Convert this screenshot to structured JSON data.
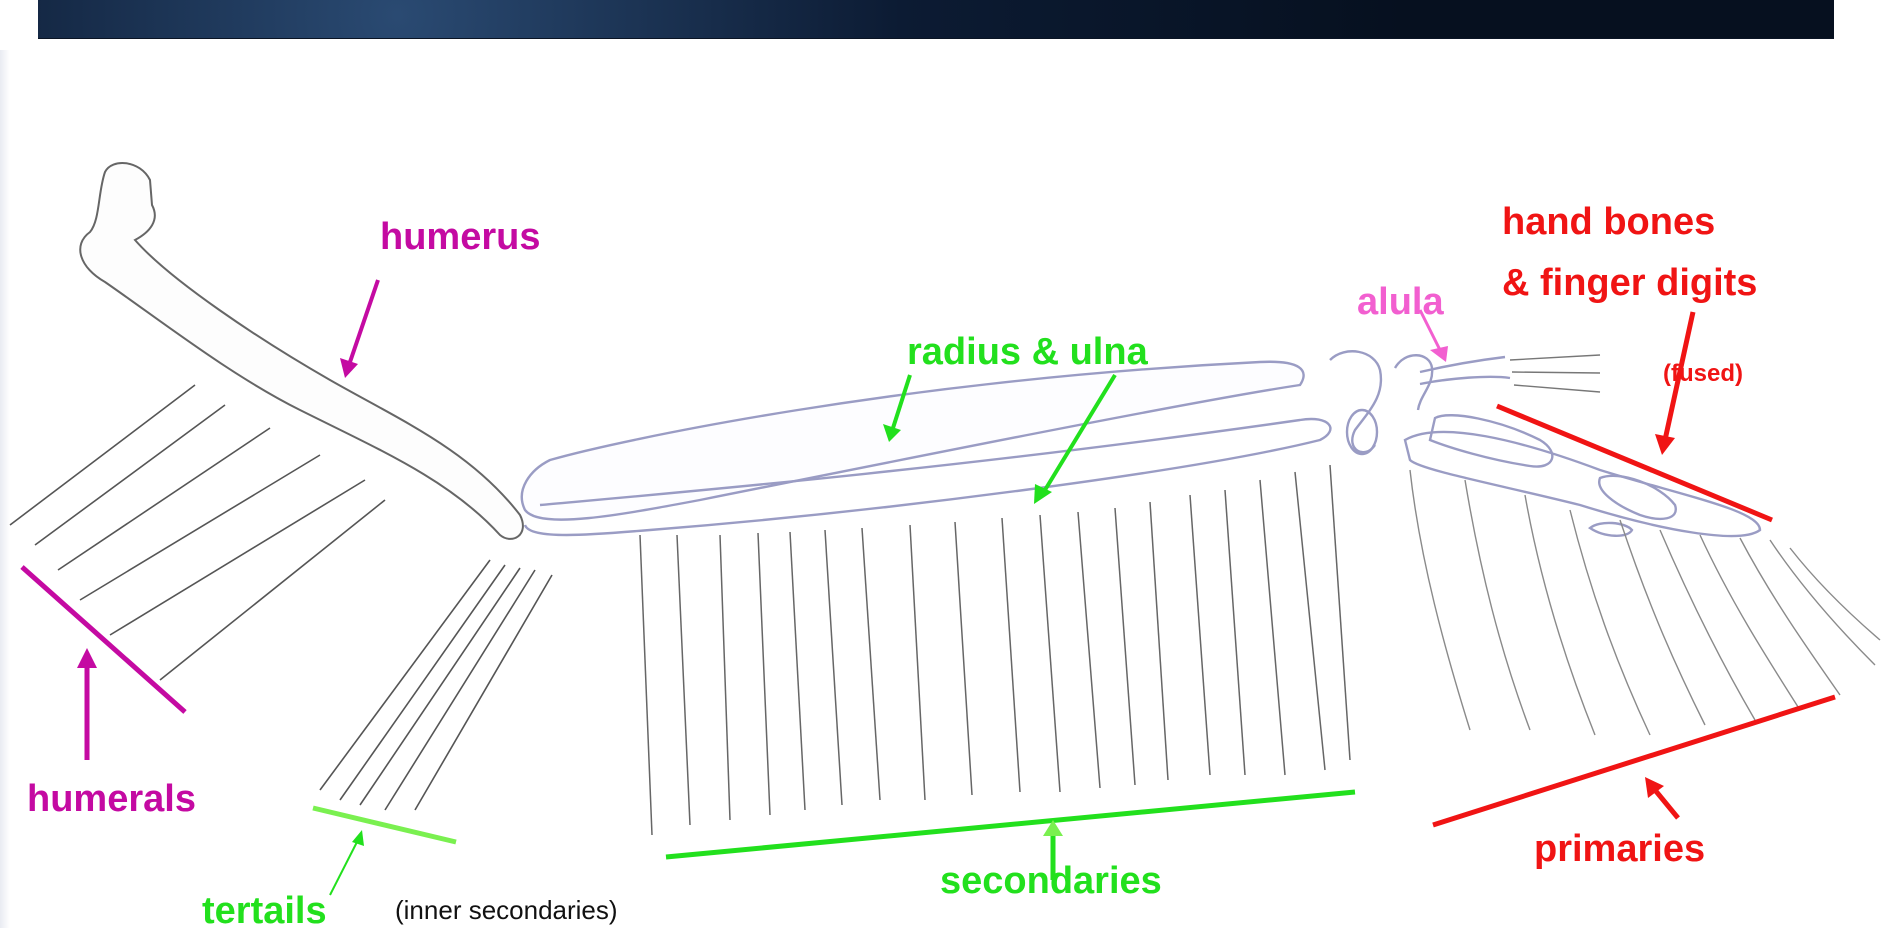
{
  "labels": {
    "humerus": "humerus",
    "radius_ulna": "radius & ulna",
    "alula": "alula",
    "hand_line1": "hand bones",
    "hand_line2": "& finger digits",
    "fused": "(fused)",
    "humerals": "humerals",
    "tertails": "tertails",
    "inner_secondaries": "(inner secondaries)",
    "secondaries": "secondaries",
    "primaries": "primaries"
  },
  "colors": {
    "humerus_group": "#c40aa2",
    "forearm_group": "#22e01d",
    "hand_group": "#f01414",
    "alula": "#f25fd0",
    "sketch": "#555555",
    "bone_outline": "#9a9cc4"
  }
}
